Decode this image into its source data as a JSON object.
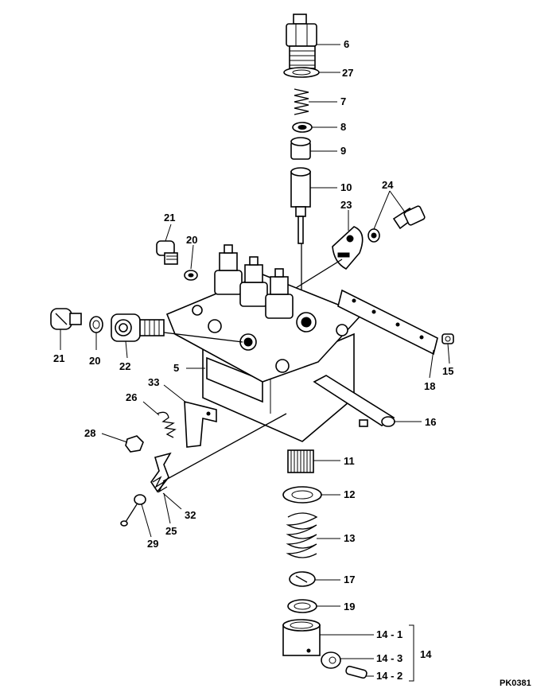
{
  "drawing_code": "PK0381",
  "labels": {
    "l6": "6",
    "l27": "27",
    "l7": "7",
    "l8": "8",
    "l9": "9",
    "l10": "10",
    "l24": "24",
    "l23": "23",
    "l21a": "21",
    "l20a": "20",
    "l21b": "21",
    "l20b": "20",
    "l22": "22",
    "l5": "5",
    "l15": "15",
    "l18": "18",
    "l16": "16",
    "l33": "33",
    "l26": "26",
    "l28": "28",
    "l32": "32",
    "l25": "25",
    "l29": "29",
    "l11": "11",
    "l12": "12",
    "l13": "13",
    "l17": "17",
    "l19": "19",
    "l14_1": "14 - 1",
    "l14_3": "14 - 3",
    "l14_2": "14 - 2",
    "l14": "14"
  }
}
